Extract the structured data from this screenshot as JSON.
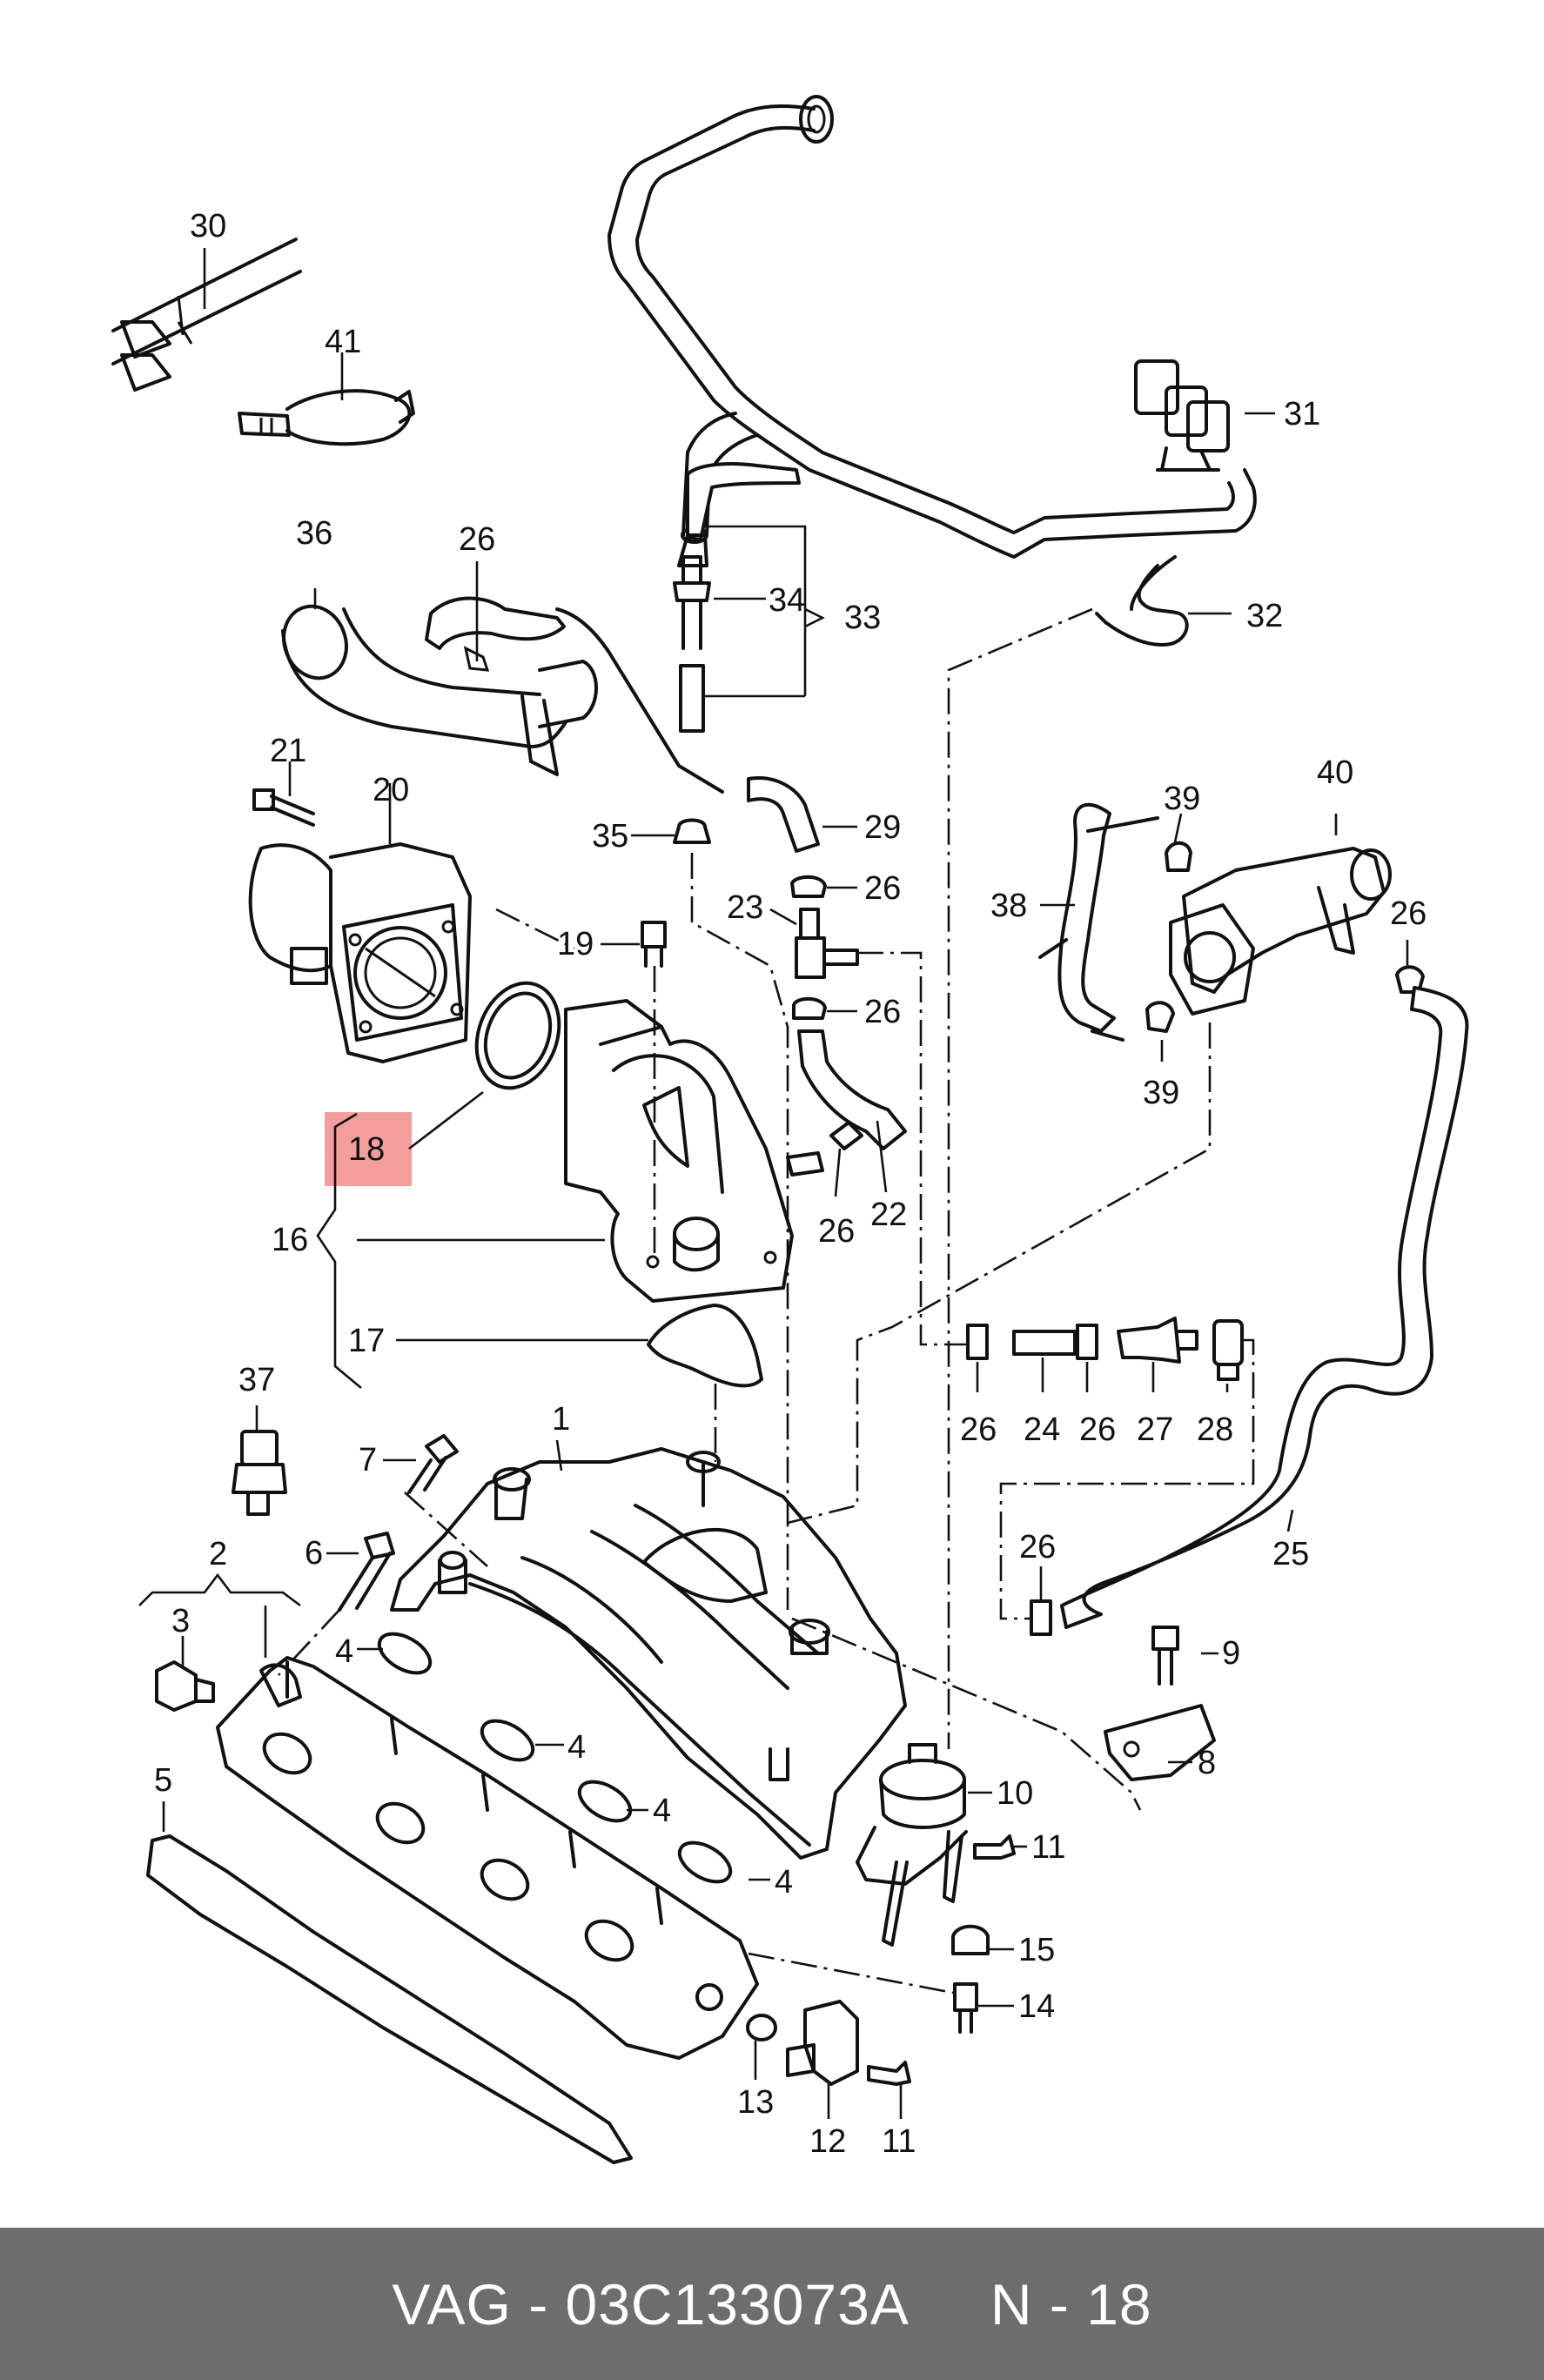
{
  "highlighted_callout": "18",
  "footer": {
    "caption": "VAG - 03C133073A     N - 18"
  },
  "callouts": {
    "c30": "30",
    "c41": "41",
    "c36": "36",
    "c26a": "26",
    "c21": "21",
    "c20": "20",
    "c19": "19",
    "c18": "18",
    "c16": "16",
    "c17": "17",
    "c35": "35",
    "c34": "34",
    "c33": "33",
    "c31": "31",
    "c32": "32",
    "c29": "29",
    "c26b": "26",
    "c23": "23",
    "c26c": "26",
    "c22": "22",
    "c26d": "26",
    "c39a": "39",
    "c40": "40",
    "c38": "38",
    "c26e": "26",
    "c39b": "39",
    "c26f": "26",
    "c24": "24",
    "c26g": "26",
    "c27": "27",
    "c28": "28",
    "c37": "37",
    "c7": "7",
    "c1": "1",
    "c6": "6",
    "c2": "2",
    "c3": "3",
    "c4a": "4",
    "c4b": "4",
    "c4c": "4",
    "c4d": "4",
    "c5": "5",
    "c26h": "26",
    "c25": "25",
    "c9": "9",
    "c8": "8",
    "c10": "10",
    "c11a": "11",
    "c15": "15",
    "c14": "14",
    "c13": "13",
    "c12": "12",
    "c11b": "11"
  }
}
